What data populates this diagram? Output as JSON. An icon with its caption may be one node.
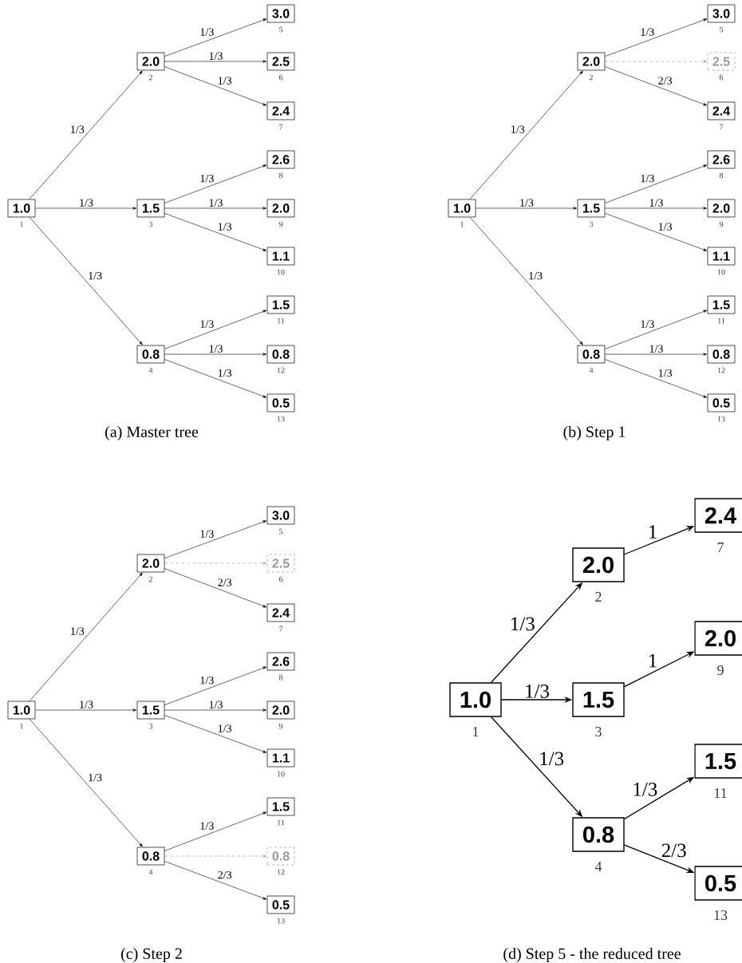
{
  "diagram": {
    "nodes": [
      {
        "text": [
          "1.0"
        ],
        "beside": [
          "1"
        ]
      },
      {
        "text": [
          "2.0"
        ],
        "beside": [
          "2"
        ]
      },
      {
        "text": [
          "1.5"
        ],
        "beside": [
          "3"
        ]
      },
      {
        "text": [
          "0.8"
        ],
        "beside": [
          "4"
        ]
      },
      {
        "text": [
          "3.0"
        ],
        "beside": [
          "5"
        ]
      },
      {
        "text": [
          "2.5"
        ],
        "beside": [
          "6"
        ]
      },
      {
        "text": [
          "2.4"
        ],
        "beside": [
          "7"
        ]
      },
      {
        "text": [
          "2.6"
        ],
        "beside": [
          "8"
        ]
      },
      {
        "text": [
          "2.0"
        ],
        "beside": [
          "9"
        ]
      },
      {
        "text": [
          "1.1"
        ],
        "beside": [
          "10"
        ]
      },
      {
        "text": [
          "1.5"
        ],
        "beside": [
          "11"
        ]
      },
      {
        "text": [
          "0.8"
        ],
        "beside": [
          "12"
        ]
      },
      {
        "text": [
          "0.5"
        ],
        "beside": [
          "13"
        ]
      },
      {
        "text": [
          "1.0"
        ],
        "beside": [
          "1"
        ]
      },
      {
        "text": [
          "2.0"
        ],
        "beside": [
          "2"
        ]
      },
      {
        "text": [
          "1.5"
        ],
        "beside": [
          "3"
        ]
      },
      {
        "text": [
          "0.8"
        ],
        "beside": [
          "4"
        ]
      },
      {
        "text": [
          "3.0"
        ],
        "beside": [
          "5"
        ]
      },
      {
        "text": [
          "2.5"
        ],
        "beside": [
          "6"
        ]
      },
      {
        "text": [
          "2.4"
        ],
        "beside": [
          "7"
        ]
      },
      {
        "text": [
          "2.6"
        ],
        "beside": [
          "8"
        ]
      },
      {
        "text": [
          "2.0"
        ],
        "beside": [
          "9"
        ]
      },
      {
        "text": [
          "1.1"
        ],
        "beside": [
          "10"
        ]
      },
      {
        "text": [
          "1.5"
        ],
        "beside": [
          "11"
        ]
      },
      {
        "text": [
          "0.8"
        ],
        "beside": [
          "12"
        ]
      },
      {
        "text": [
          "0.5"
        ],
        "beside": [
          "13"
        ]
      },
      {
        "text": [
          "1.0"
        ],
        "beside": [
          "1"
        ]
      },
      {
        "text": [
          "2.0"
        ],
        "beside": [
          "2"
        ]
      },
      {
        "text": [
          "1.5"
        ],
        "beside": [
          "3"
        ]
      },
      {
        "text": [
          "0.8"
        ],
        "beside": [
          "4"
        ]
      },
      {
        "text": [
          "3.0"
        ],
        "beside": [
          "5"
        ]
      },
      {
        "text": [
          "2.5"
        ],
        "beside": [
          "6"
        ]
      },
      {
        "text": [
          "2.4"
        ],
        "beside": [
          "7"
        ]
      },
      {
        "text": [
          "2.6"
        ],
        "beside": [
          "8"
        ]
      },
      {
        "text": [
          "2.0"
        ],
        "beside": [
          "9"
        ]
      },
      {
        "text": [
          "1.1"
        ],
        "beside": [
          "10"
        ]
      },
      {
        "text": [
          "1.5"
        ],
        "beside": [
          "11"
        ]
      },
      {
        "text": [
          "0.8"
        ],
        "beside": [
          "12"
        ]
      },
      {
        "text": [
          "0.5"
        ],
        "beside": [
          "13"
        ]
      },
      {
        "text": [
          "1.0"
        ],
        "beside": [
          "1"
        ]
      },
      {
        "text": [
          "2.0"
        ],
        "beside": [
          "2"
        ]
      },
      {
        "text": [
          "1.5"
        ],
        "beside": [
          "3"
        ]
      },
      {
        "text": [
          "0.8"
        ],
        "beside": [
          "4"
        ]
      },
      {
        "text": [
          "2.4"
        ],
        "beside": [
          "7"
        ]
      },
      {
        "text": [
          "2.0"
        ],
        "beside": [
          "9"
        ]
      },
      {
        "text": [
          "1.5"
        ],
        "beside": [
          "11"
        ]
      },
      {
        "text": [
          "0.5"
        ],
        "beside": [
          "13"
        ]
      }
    ],
    "edges": [
      {
        "from": 0,
        "to": 1,
        "arrow": "to",
        "label": "1/3"
      },
      {
        "from": 0,
        "to": 2,
        "arrow": "to",
        "label": "1/3"
      },
      {
        "from": 0,
        "to": 3,
        "arrow": "to",
        "label": "1/3"
      },
      {
        "from": 1,
        "to": 4,
        "arrow": "to",
        "label": "1/3"
      },
      {
        "from": 1,
        "to": 5,
        "arrow": "to",
        "label": "1/3"
      },
      {
        "from": 1,
        "to": 6,
        "arrow": "to",
        "label": "1/3"
      },
      {
        "from": 2,
        "to": 7,
        "arrow": "to",
        "label": "1/3"
      },
      {
        "from": 2,
        "to": 8,
        "arrow": "to",
        "label": "1/3"
      },
      {
        "from": 2,
        "to": 9,
        "arrow": "to",
        "label": "1/3"
      },
      {
        "from": 3,
        "to": 10,
        "arrow": "to",
        "label": "1/3"
      },
      {
        "from": 3,
        "to": 11,
        "arrow": "to",
        "label": "1/3"
      },
      {
        "from": 3,
        "to": 12,
        "arrow": "to",
        "label": "1/3"
      },
      {
        "from": 13,
        "to": 14,
        "arrow": "to",
        "label": "1/3"
      },
      {
        "from": 13,
        "to": 15,
        "arrow": "to",
        "label": "1/3"
      },
      {
        "from": 13,
        "to": 16,
        "arrow": "to",
        "label": "1/3"
      },
      {
        "from": 14,
        "to": 17,
        "arrow": "to",
        "label": "1/3"
      },
      {
        "from": 14,
        "to": 18,
        "arrow": "to",
        "style": "dashed",
        "color": "#999999"
      },
      {
        "from": 14,
        "to": 19,
        "arrow": "to",
        "label": "2/3"
      },
      {
        "from": 15,
        "to": 20,
        "arrow": "to",
        "label": "1/3"
      },
      {
        "from": 15,
        "to": 21,
        "arrow": "to",
        "label": "1/3"
      },
      {
        "from": 15,
        "to": 22,
        "arrow": "to",
        "label": "1/3"
      },
      {
        "from": 16,
        "to": 23,
        "arrow": "to",
        "label": "1/3"
      },
      {
        "from": 16,
        "to": 24,
        "arrow": "to",
        "label": "1/3"
      },
      {
        "from": 16,
        "to": 25,
        "arrow": "to",
        "label": "1/3"
      },
      {
        "from": 26,
        "to": 27,
        "arrow": "to",
        "label": "1/3"
      },
      {
        "from": 26,
        "to": 28,
        "arrow": "to",
        "label": "1/3"
      },
      {
        "from": 26,
        "to": 29,
        "arrow": "to",
        "label": "1/3"
      },
      {
        "from": 27,
        "to": 30,
        "arrow": "to",
        "label": "1/3"
      },
      {
        "from": 27,
        "to": 31,
        "arrow": "to",
        "style": "dashed",
        "color": "#999999"
      },
      {
        "from": 27,
        "to": 32,
        "arrow": "to",
        "label": "2/3"
      },
      {
        "from": 28,
        "to": 33,
        "arrow": "to",
        "label": "1/3"
      },
      {
        "from": 28,
        "to": 34,
        "arrow": "to",
        "label": "1/3"
      },
      {
        "from": 28,
        "to": 35,
        "arrow": "to",
        "label": "1/3"
      },
      {
        "from": 29,
        "to": 36,
        "arrow": "to",
        "label": "1/3"
      },
      {
        "from": 29,
        "to": 37,
        "arrow": "to",
        "style": "dashed",
        "color": "#999999"
      },
      {
        "from": 29,
        "to": 38,
        "arrow": "to",
        "label": "2/3"
      },
      {
        "from": 39,
        "to": 40,
        "arrow": "to",
        "label": "1/3"
      },
      {
        "from": 39,
        "to": 41,
        "arrow": "to",
        "label": "1/3"
      },
      {
        "from": 39,
        "to": 42,
        "arrow": "to",
        "label": "1/3"
      },
      {
        "from": 40,
        "to": 43,
        "arrow": "to",
        "label": "1"
      },
      {
        "from": 41,
        "to": 44,
        "arrow": "to",
        "label": "1"
      },
      {
        "from": 42,
        "to": 45,
        "arrow": "to",
        "label": "1/3"
      },
      {
        "from": 42,
        "to": 46,
        "arrow": "to",
        "label": "2/3"
      }
    ],
    "labels": [
      "(a) Master tree",
      "(b) Step 1",
      "(c) Step 2",
      "(d) Step 5 - the reduced tree"
    ]
  }
}
